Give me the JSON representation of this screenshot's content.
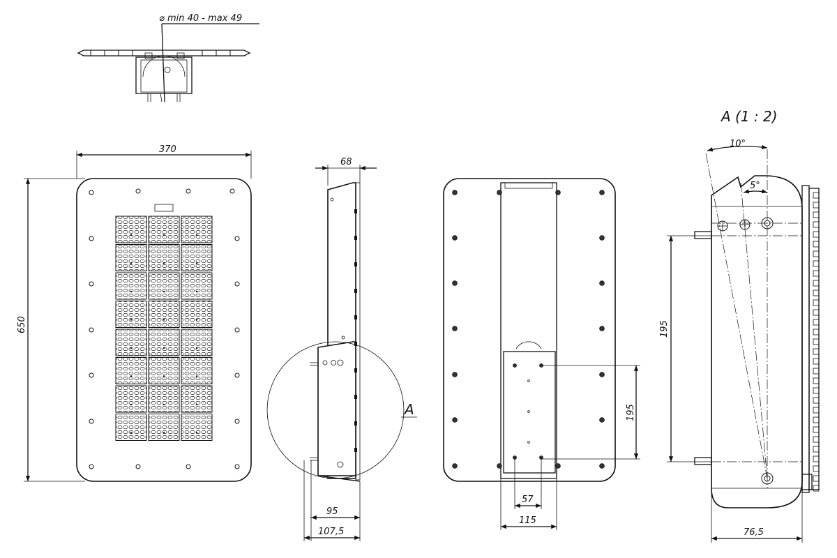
{
  "top_view": {
    "diameter_label": "⌀ min 40 - max 49"
  },
  "front_view": {
    "width_label": "370",
    "height_label": "650"
  },
  "side_view": {
    "top_depth_label": "68",
    "bottom_depth_label": "95",
    "total_depth_label": "107,5",
    "detail_ref_label": "A"
  },
  "back_view": {
    "bracket_height_label": "195",
    "bolt_spacing_label": "57",
    "bracket_width_label": "115"
  },
  "detail_view": {
    "title": "A (1 : 2)",
    "angle_large_label": "10°",
    "angle_small_label": "5°",
    "height_label": "195",
    "depth_label": "76,5"
  }
}
